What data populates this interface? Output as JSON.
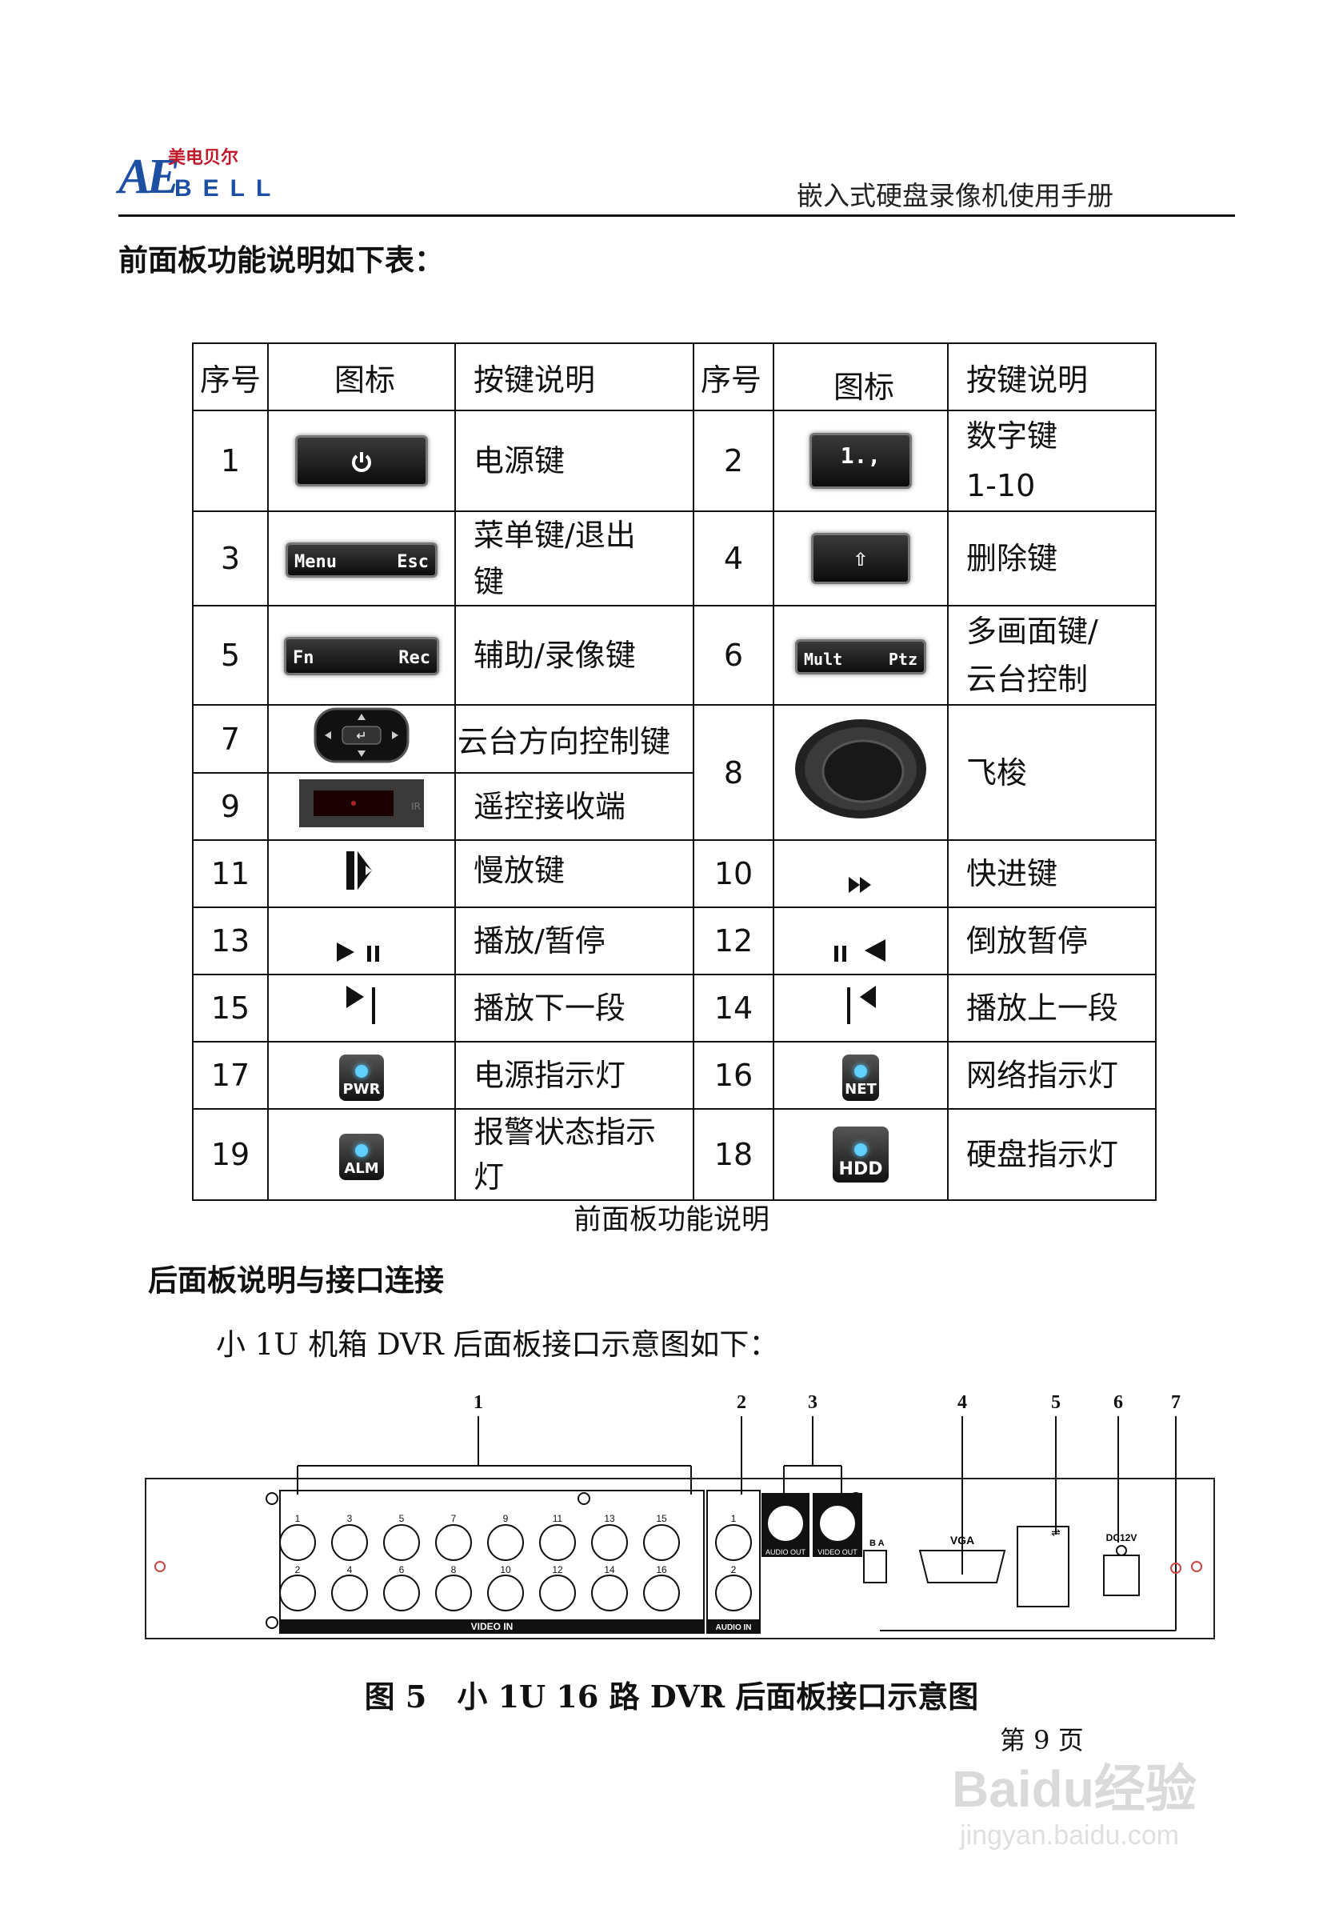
{
  "header": {
    "logo_mark": "AE",
    "logo_bell": "BELL",
    "logo_cn": "美电贝尔",
    "title": "嵌入式硬盘录像机使用手册"
  },
  "front_heading": "前面板功能说明如下表：",
  "table": {
    "headers": [
      "序号",
      "图标",
      "按键说明",
      "序号",
      "图标",
      "按键说明"
    ],
    "rows": {
      "r1": {
        "n1": "1",
        "d1": "电源键",
        "n2": "2",
        "d2a": "数字键",
        "d2b": "1-10"
      },
      "r2": {
        "n1": "3",
        "d1a": "菜单键/退出",
        "d1b": "键",
        "n2": "4",
        "d2": "删除键"
      },
      "r3": {
        "n1": "5",
        "d1": "辅助/录像键",
        "n2": "6",
        "d2a": "多画面键/",
        "d2b": "云台控制"
      },
      "r4": {
        "n1": "7",
        "d1": "云台方向控制键",
        "n2": "8",
        "d2": "飞梭"
      },
      "r5": {
        "n1": "9",
        "d1": "遥控接收端"
      },
      "r6": {
        "n1": "11",
        "d1": "慢放键",
        "n2": "10",
        "d2": "快进键"
      },
      "r7": {
        "n1": "13",
        "d1": "播放/暂停",
        "n2": "12",
        "d2": "倒放暂停"
      },
      "r8": {
        "n1": "15",
        "d1": "播放下一段",
        "n2": "14",
        "d2": "播放上一段"
      },
      "r9": {
        "n1": "17",
        "d1": "电源指示灯",
        "n2": "16",
        "d2": "网络指示灯"
      },
      "r10": {
        "n1": "19",
        "d1a": "报警状态指示",
        "d1b": "灯",
        "n2": "18",
        "d2": "硬盘指示灯"
      }
    },
    "icon_text": {
      "num_key": "1.,",
      "menu": "Menu",
      "esc": "Esc",
      "fn": "Fn",
      "rec": "Rec",
      "mult": "Mult",
      "ptz": "Ptz",
      "pwr": "PWR",
      "net": "NET",
      "alm": "ALM",
      "hdd": "HDD"
    }
  },
  "front_caption": "前面板功能说明",
  "back_heading": "后面板说明与接口连接",
  "back_subheading": "小 1U 机箱 DVR 后面板接口示意图如下：",
  "panel": {
    "callouts": [
      "1",
      "2",
      "3",
      "4",
      "5",
      "6",
      "7"
    ],
    "video_top": [
      "1",
      "3",
      "5",
      "7",
      "9",
      "11",
      "13",
      "15"
    ],
    "video_bottom": [
      "2",
      "4",
      "6",
      "8",
      "10",
      "12",
      "14",
      "16"
    ],
    "audio_nums": [
      "1",
      "2"
    ],
    "video_in": "VIDEO IN",
    "audio_in": "AUDIO IN",
    "audio_out": "AUDIO OUT",
    "video_out": "VIDEO OUT",
    "ba": "B A",
    "vga": "VGA",
    "dc": "DC12V"
  },
  "figure_caption": "图 5　小 1U 16 路 DVR 后面板接口示意图",
  "page_number": "第 9 页",
  "watermark": {
    "brand": "Baidu经验",
    "url": "jingyan.baidu.com"
  }
}
